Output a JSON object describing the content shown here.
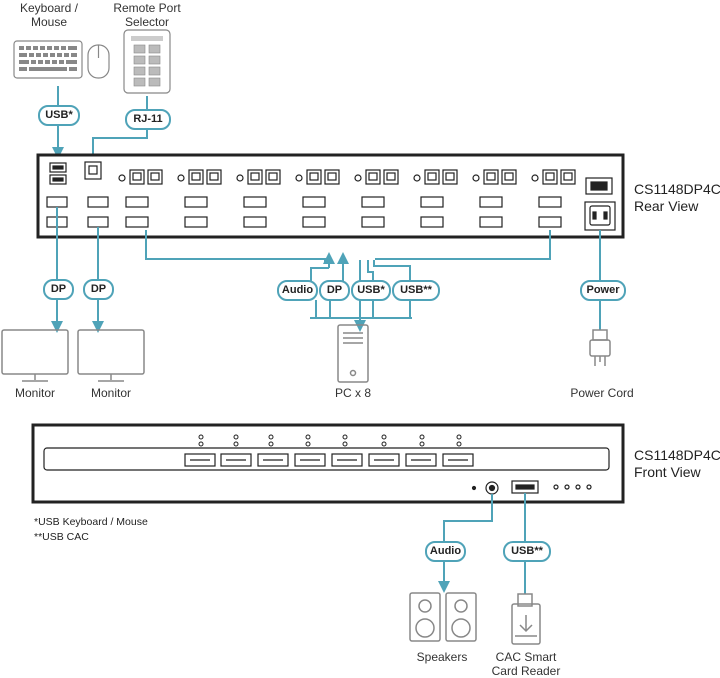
{
  "devices": {
    "keyboard_mouse": "Keyboard /\nMouse",
    "remote_port_selector": "Remote Port\nSelector",
    "monitor": "Monitor",
    "pc": "PC x 8",
    "power_cord": "Power Cord",
    "speakers": "Speakers",
    "cac_reader": "CAC Smart\nCard Reader"
  },
  "model": {
    "name": "CS1148DP4C",
    "rear_view": "Rear View",
    "front_view": "Front View"
  },
  "connections": {
    "usb_star": "USB*",
    "rj11": "RJ-11",
    "dp": "DP",
    "audio": "Audio",
    "usb_2star": "USB**",
    "power": "Power"
  },
  "notes": [
    "*USB Keyboard / Mouse",
    "**USB CAC"
  ],
  "colors": {
    "cable": "#4fa3b8",
    "outline": "#222222"
  }
}
